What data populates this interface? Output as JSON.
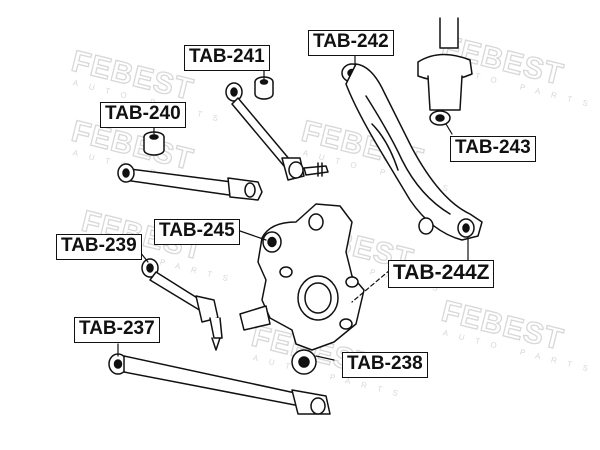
{
  "labels": {
    "tab240": "TAB-240",
    "tab241": "TAB-241",
    "tab242": "TAB-242",
    "tab243": "TAB-243",
    "tab244z": "TAB-244Z",
    "tab245": "TAB-245",
    "tab239": "TAB-239",
    "tab237": "TAB-237",
    "tab238": "TAB-238"
  },
  "watermark": {
    "brand": "FEBEST",
    "tagline": "AUTO PARTS"
  },
  "colors": {
    "ink": "#111111",
    "watermark": "#d8d8d8",
    "background": "#ffffff"
  }
}
